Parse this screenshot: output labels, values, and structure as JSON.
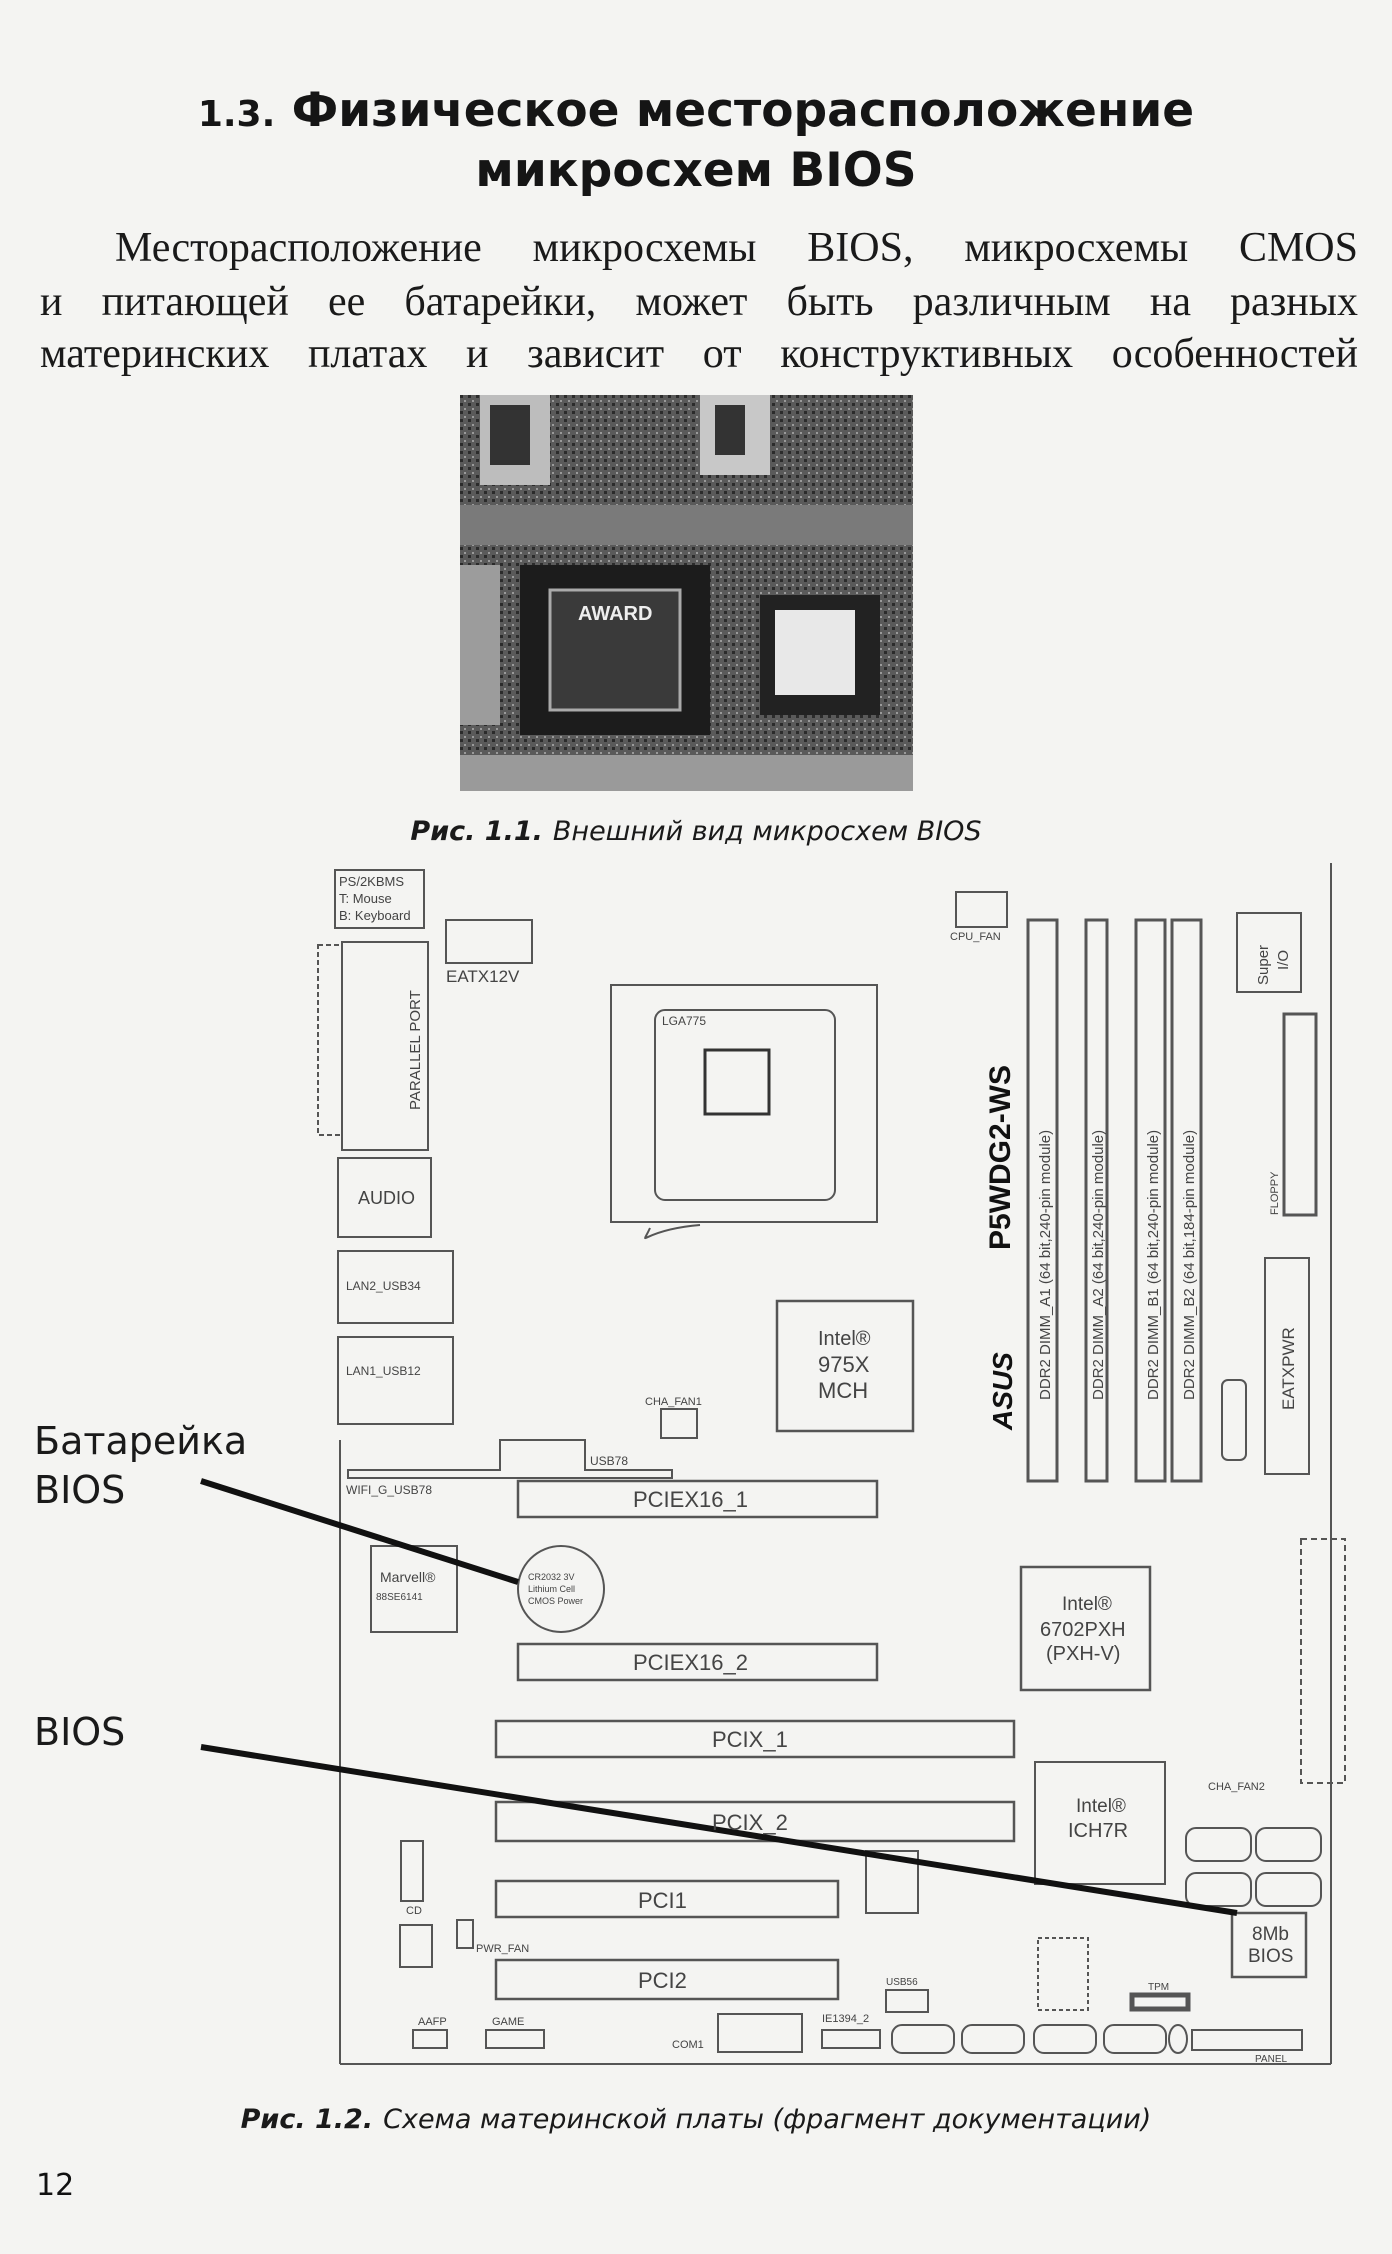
{
  "heading": {
    "number": "1.3.",
    "line1": "Физическое месторасположение",
    "line2": "микросхем BIOS"
  },
  "paragraph": {
    "lines": [
      "Месторасположение микросхемы BIOS, микросхемы CMOS",
      "и питающей ее батарейки, может быть различным на разных",
      "материнских платах и зависит от конструктивных особенностей"
    ]
  },
  "figure1": {
    "label": "Рис. 1.1.",
    "caption": "Внешний вид микросхем BIOS",
    "chip_text": "AWARD"
  },
  "figure2": {
    "label": "Рис. 1.2.",
    "caption": "Схема материнской платы (фрагмент документации)",
    "callouts": {
      "battery_line1": "Батарейка",
      "battery_line2": "BIOS",
      "bios": "BIOS"
    },
    "board": {
      "model": "P5WDG2-WS",
      "brand": "ASUS",
      "ps2_1": "PS/2KBMS",
      "ps2_2": "T: Mouse",
      "ps2_3": "B: Keyboard",
      "eatx12v": "EATX12V",
      "parallel": "PARALLEL PORT",
      "cpu_fan": "CPU_FAN",
      "socket": "LGA775",
      "dimm_a1": "DDR2 DIMM_A1 (64 bit,240-pin module)",
      "dimm_a2": "DDR2 DIMM_A2 (64 bit,240-pin module)",
      "dimm_b1": "DDR2 DIMM_B1 (64 bit,240-pin module)",
      "dimm_b2": "DDR2 DIMM_B2 (64 bit,184-pin module)",
      "super_io_1": "Super",
      "super_io_2": "I/O",
      "floppy": "FLOPPY",
      "eatxpwr": "EATXPWR",
      "audio": "AUDIO",
      "lan_usb34": "LAN2_USB34",
      "lan_usb12": "LAN1_USB12",
      "mch_1": "Intel®",
      "mch_2": "975X",
      "mch_3": "MCH",
      "cha_fan1": "CHA_FAN1",
      "usb78": "USB78",
      "wifi": "WIFI_G_USB78",
      "pciex16_1": "PCIEX16_1",
      "pciex16_2": "PCIEX16_2",
      "marvell_1": "Marvell®",
      "marvell_2": "88SE6141",
      "battery_1": "CR2032 3V",
      "battery_2": "Lithium Cell",
      "battery_3": "CMOS Power",
      "pxh_1": "Intel®",
      "pxh_2": "6702PXH",
      "pxh_3": "(PXH-V)",
      "pcix_1": "PCIX_1",
      "pcix_2": "PCIX_2",
      "ich_1": "Intel®",
      "ich_2": "ICH7R",
      "cha_fan2": "CHA_FAN2",
      "pci1": "PCI1",
      "pci2": "PCI2",
      "pwr_fan": "PWR_FAN",
      "cd": "CD",
      "bios_1": "8Mb",
      "bios_2": "BIOS",
      "aafp": "AAFP",
      "game": "GAME",
      "com1": "COM1",
      "ie1394": "IE1394_2",
      "usb56": "USB56",
      "tpm": "TPM",
      "panel": "PANEL"
    }
  },
  "page_number": "12"
}
